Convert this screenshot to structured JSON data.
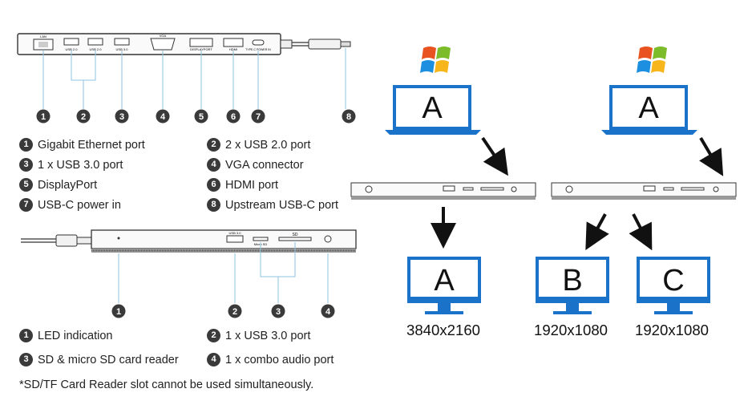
{
  "top_device": {
    "port_tags": [
      "LAN",
      "USB 2.0",
      "USB 2.0",
      "USB 3.0",
      "VGA",
      "DISPLAYPORT",
      "HDMI",
      "TYPE-C POWER IN"
    ],
    "callouts": [
      "1",
      "2",
      "3",
      "4",
      "5",
      "6",
      "7",
      "8"
    ],
    "legend": [
      {
        "n": "1",
        "text": "Gigabit Ethernet port"
      },
      {
        "n": "2",
        "text": "2 x USB 2.0 port"
      },
      {
        "n": "3",
        "text": "1 x USB 3.0 port"
      },
      {
        "n": "4",
        "text": "VGA connector"
      },
      {
        "n": "5",
        "text": "DisplayPort"
      },
      {
        "n": "6",
        "text": "HDMI port"
      },
      {
        "n": "7",
        "text": "USB-C power in"
      },
      {
        "n": "8",
        "text": "Upstream USB-C port"
      }
    ]
  },
  "side_device": {
    "port_tags": [
      "USB 3.0",
      "Micro SD",
      "SD"
    ],
    "callouts": [
      "1",
      "2",
      "3",
      "4"
    ],
    "legend": [
      {
        "n": "1",
        "text": "LED indication"
      },
      {
        "n": "2",
        "text": "1 x USB 3.0 port"
      },
      {
        "n": "3",
        "text": "SD & micro SD card reader"
      },
      {
        "n": "4",
        "text": "1 x combo audio port"
      }
    ],
    "note": "*SD/TF Card Reader slot cannot be used simultaneously."
  },
  "setups": {
    "laptop_label": "A",
    "monitors": [
      {
        "label": "A",
        "resolution": "3840x2160"
      },
      {
        "label": "B",
        "resolution": "1920x1080"
      },
      {
        "label": "C",
        "resolution": "1920x1080"
      }
    ]
  },
  "colors": {
    "screen_blue": "#1a73c9",
    "line_blue": "#8ec3e0",
    "callout_gray": "#3a3a3a"
  }
}
